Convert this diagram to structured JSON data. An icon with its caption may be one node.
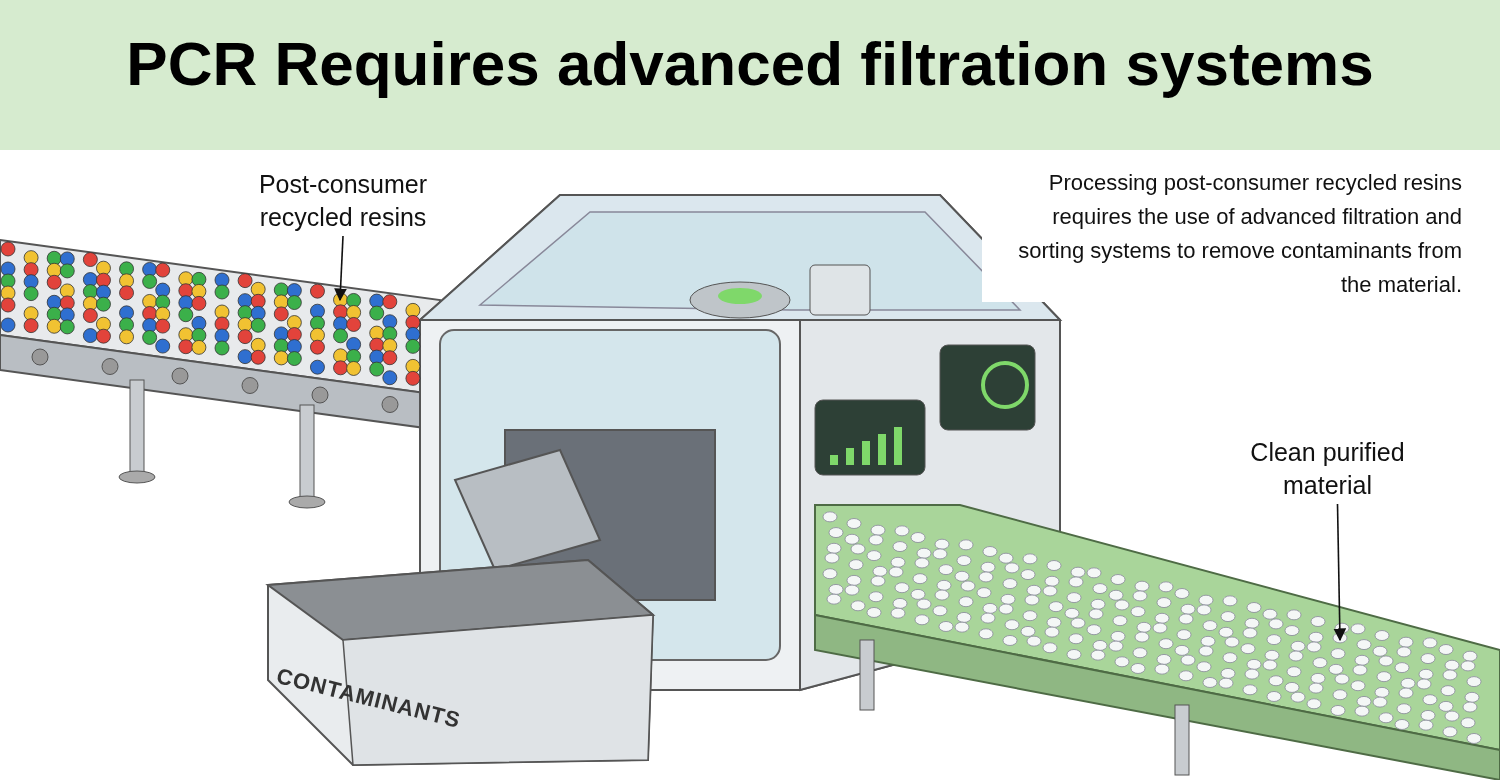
{
  "diagram": {
    "title": "PCR Requires advanced filtration systems",
    "nodes": [
      {
        "text": [
          "Post-consumer recycled resins"
        ]
      },
      {
        "text": [],
        "shape": "picture"
      },
      {
        "text": [
          "Clean purified material"
        ]
      },
      {
        "text": [],
        "shape": "picture"
      },
      {
        "text": [
          "CONTAMINANTS"
        ]
      }
    ],
    "edges": [
      {
        "from": 0,
        "to": 1,
        "arrow": "to"
      },
      {
        "from": 2,
        "to": 3,
        "arrow": "to"
      }
    ],
    "labels": [
      "Processing post-consumer recycled resins requires the use of advanced filtration and sorting systems to remove contaminants from the material."
    ]
  }
}
